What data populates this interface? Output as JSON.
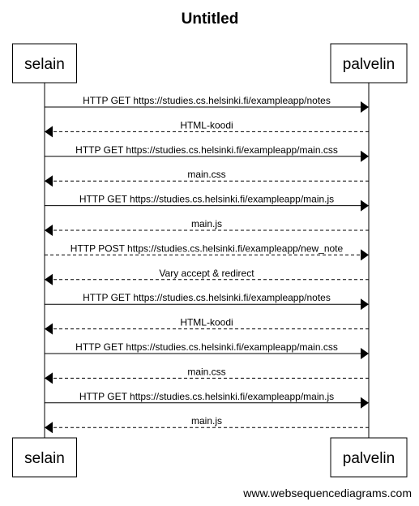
{
  "title": "Untitled",
  "actors": [
    "selain",
    "palvelin"
  ],
  "messages": [
    {
      "from": 0,
      "to": 1,
      "label": "HTTP GET https://studies.cs.helsinki.fi/exampleapp/notes",
      "style": "solid"
    },
    {
      "from": 1,
      "to": 0,
      "label": "HTML-koodi",
      "style": "dashed"
    },
    {
      "from": 0,
      "to": 1,
      "label": "HTTP GET https://studies.cs.helsinki.fi/exampleapp/main.css",
      "style": "solid"
    },
    {
      "from": 1,
      "to": 0,
      "label": "main.css",
      "style": "dashed"
    },
    {
      "from": 0,
      "to": 1,
      "label": "HTTP GET https://studies.cs.helsinki.fi/exampleapp/main.js",
      "style": "solid"
    },
    {
      "from": 1,
      "to": 0,
      "label": "main.js",
      "style": "dashed"
    },
    {
      "from": 0,
      "to": 1,
      "label": "HTTP POST https://studies.cs.helsinki.fi/exampleapp/new_note",
      "style": "dashed"
    },
    {
      "from": 1,
      "to": 0,
      "label": "Vary accept & redirect",
      "style": "dashed"
    },
    {
      "from": 0,
      "to": 1,
      "label": "HTTP GET https://studies.cs.helsinki.fi/exampleapp/notes",
      "style": "solid"
    },
    {
      "from": 1,
      "to": 0,
      "label": "HTML-koodi",
      "style": "dashed"
    },
    {
      "from": 0,
      "to": 1,
      "label": "HTTP GET https://studies.cs.helsinki.fi/exampleapp/main.css",
      "style": "solid"
    },
    {
      "from": 1,
      "to": 0,
      "label": "main.css",
      "style": "dashed"
    },
    {
      "from": 0,
      "to": 1,
      "label": "HTTP GET https://studies.cs.helsinki.fi/exampleapp/main.js",
      "style": "solid"
    },
    {
      "from": 1,
      "to": 0,
      "label": "main.js",
      "style": "dashed"
    }
  ],
  "watermark": "www.websequencediagrams.com"
}
